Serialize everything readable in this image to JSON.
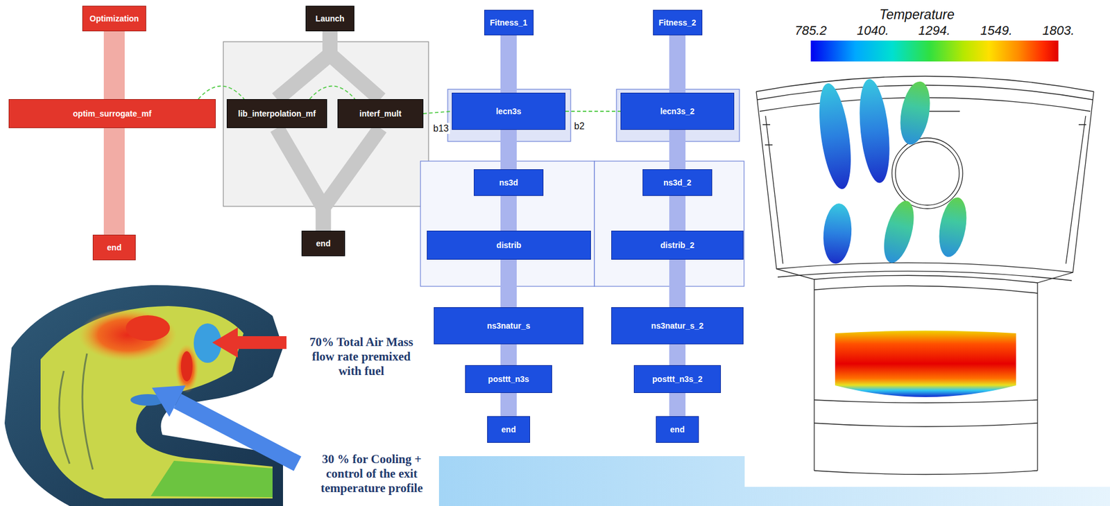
{
  "diagram": {
    "nodes": [
      {
        "text": [
          "Optimization"
        ]
      },
      {
        "text": [
          "optim_surrogate_mf"
        ]
      },
      {
        "text": [
          "end"
        ]
      },
      {
        "text": [
          "Launch"
        ]
      },
      {
        "text": [
          "lib_interpolation_mf"
        ]
      },
      {
        "text": [
          "interf_mult"
        ]
      },
      {
        "text": [
          "end"
        ]
      },
      {
        "text": [
          "Fitness_1"
        ]
      },
      {
        "text": [
          "lecn3s"
        ]
      },
      {
        "text": [
          "ns3d"
        ]
      },
      {
        "text": [
          "distrib"
        ]
      },
      {
        "text": [
          "ns3natur_s"
        ]
      },
      {
        "text": [
          "posttt_n3s"
        ]
      },
      {
        "text": [
          "end"
        ]
      },
      {
        "text": [
          "Fitness_2"
        ]
      },
      {
        "text": [
          "lecn3s_2"
        ]
      },
      {
        "text": [
          "ns3d_2"
        ]
      },
      {
        "text": [
          "distrib_2"
        ]
      },
      {
        "text": [
          "ns3natur_s_2"
        ]
      },
      {
        "text": [
          "posttt_n3s_2"
        ]
      },
      {
        "text": [
          "end"
        ]
      }
    ],
    "edges": [
      {
        "from": 0,
        "to": 1,
        "arrow": "none"
      },
      {
        "from": 1,
        "to": 2,
        "arrow": "none"
      },
      {
        "from": 3,
        "to": 4,
        "arrow": "none"
      },
      {
        "from": 3,
        "to": 5,
        "arrow": "none"
      },
      {
        "from": 4,
        "to": 6,
        "arrow": "none"
      },
      {
        "from": 5,
        "to": 6,
        "arrow": "none"
      },
      {
        "from": 7,
        "to": 8,
        "arrow": "none"
      },
      {
        "from": 8,
        "to": 9,
        "arrow": "none"
      },
      {
        "from": 9,
        "to": 10,
        "arrow": "none"
      },
      {
        "from": 10,
        "to": 11,
        "arrow": "none"
      },
      {
        "from": 11,
        "to": 12,
        "arrow": "none"
      },
      {
        "from": 12,
        "to": 13,
        "arrow": "none"
      },
      {
        "from": 14,
        "to": 15,
        "arrow": "none"
      },
      {
        "from": 15,
        "to": 16,
        "arrow": "none"
      },
      {
        "from": 16,
        "to": 17,
        "arrow": "none"
      },
      {
        "from": 17,
        "to": 18,
        "arrow": "none"
      },
      {
        "from": 18,
        "to": 19,
        "arrow": "none"
      },
      {
        "from": 19,
        "to": 20,
        "arrow": "none"
      },
      {
        "from": 1,
        "to": 4,
        "arrow": "none"
      },
      {
        "from": 4,
        "to": 5,
        "arrow": "none"
      },
      {
        "from": 5,
        "to": 8,
        "arrow": "none"
      },
      {
        "from": 8,
        "to": 15,
        "arrow": "none"
      }
    ],
    "labels": [
      "b13",
      "b2",
      "Temperature",
      "785.2",
      "1040.",
      "1294.",
      "1549.",
      "1803.",
      "70% Total Air Mass flow rate premixed with fuel",
      "30 % for Cooling + control of the exit temperature profile"
    ]
  }
}
